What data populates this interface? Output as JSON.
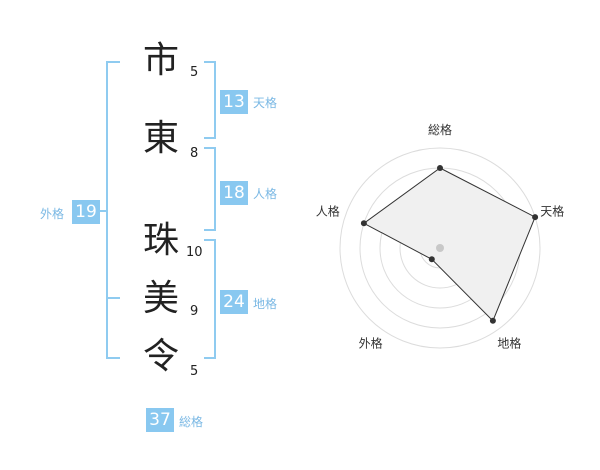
{
  "name": {
    "characters": [
      {
        "char": "市",
        "strokes": "5"
      },
      {
        "char": "東",
        "strokes": "8"
      },
      {
        "char": "珠",
        "strokes": "10"
      },
      {
        "char": "美",
        "strokes": "9"
      },
      {
        "char": "令",
        "strokes": "5"
      }
    ]
  },
  "kaku": {
    "tenkaku": {
      "value": "13",
      "label": "天格"
    },
    "jinkaku": {
      "value": "18",
      "label": "人格"
    },
    "chikaku": {
      "value": "24",
      "label": "地格"
    },
    "gaikaku": {
      "value": "19",
      "label": "外格"
    },
    "soukaku": {
      "value": "37",
      "label": "総格"
    }
  },
  "colors": {
    "accent": "#89c8f0",
    "bracket": "#8fcbf0",
    "label": "#7ab8e4"
  },
  "chart_data": {
    "type": "radar",
    "axes": [
      "総格",
      "天格",
      "地格",
      "外格",
      "人格"
    ],
    "values": [
      4,
      5,
      4.5,
      0.7,
      4
    ],
    "max": 5,
    "rings": 5
  }
}
